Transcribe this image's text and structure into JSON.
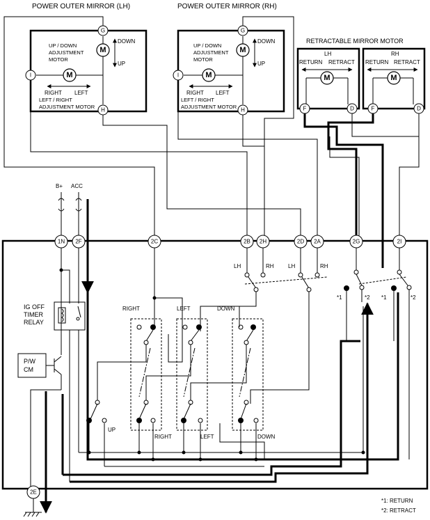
{
  "mirror_lh": {
    "title": "POWER OUTER MIRROR (LH)",
    "updown_motor": [
      "UP / DOWN",
      "ADJUSTMENT",
      "MOTOR"
    ],
    "down": "DOWN",
    "up": "UP",
    "right": "RIGHT",
    "left": "LEFT",
    "lr_motor": [
      "LEFT / RIGHT",
      "ADJUSTMENT MOTOR"
    ],
    "terms": {
      "g": "G",
      "h": "H",
      "i": "I"
    }
  },
  "mirror_rh": {
    "title": "POWER OUTER MIRROR (RH)",
    "updown_motor": [
      "UP / DOWN",
      "ADJUSTMENT",
      "MOTOR"
    ],
    "down": "DOWN",
    "up": "UP",
    "right": "RIGHT",
    "left": "LEFT",
    "lr_motor": [
      "LEFT / RIGHT",
      "ADJUSTMENT MOTOR"
    ],
    "terms": {
      "g": "G",
      "h": "H",
      "i": "I"
    }
  },
  "retract": {
    "title": "RETRACTABLE MIRROR MOTOR",
    "lh": "LH",
    "rh": "RH",
    "return": "RETURN",
    "retract": "RETRACT",
    "terms": {
      "f": "F",
      "d": "D"
    }
  },
  "motor_symbol": "M",
  "power": {
    "bplus": "B+",
    "acc": "ACC"
  },
  "connectors": {
    "c1N": "1N",
    "c2F": "2F",
    "c2C": "2C",
    "c2B": "2B",
    "c2H": "2H",
    "c2D": "2D",
    "c2A": "2A",
    "c2G": "2G",
    "c2I": "2I",
    "c2E": "2E"
  },
  "switch": {
    "lh": "LH",
    "rh": "RH",
    "right": "RIGHT",
    "left": "LEFT",
    "down": "DOWN",
    "up": "UP",
    "star1": "*1",
    "star2": "*2"
  },
  "relay": [
    "IG OFF",
    "TIMER",
    "RELAY"
  ],
  "pwcm": [
    "P/W",
    "CM"
  ],
  "legend": {
    "note1": "*1: RETURN",
    "note2": "*2: RETRACT"
  }
}
